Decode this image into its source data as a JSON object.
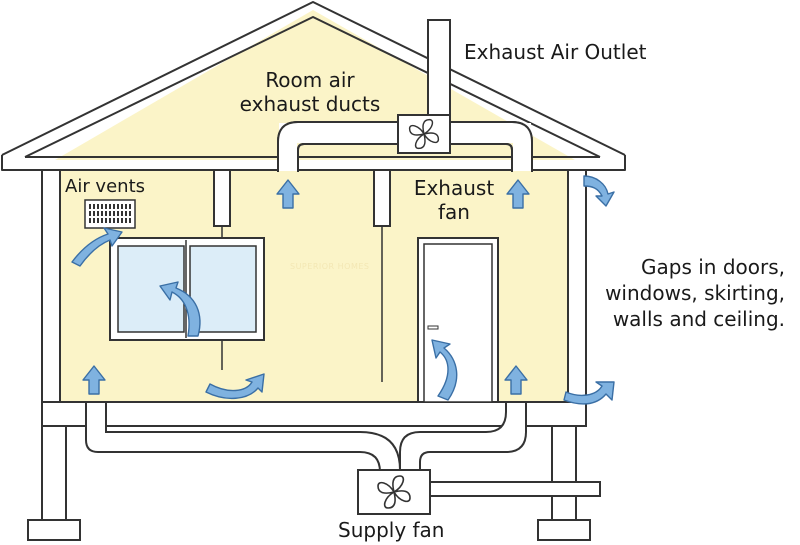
{
  "labels": {
    "exhaust_air_outlet": "Exhaust Air Outlet",
    "room_air_exhaust_ducts": "Room air\nexhaust ducts",
    "air_vents": "Air vents",
    "exhaust_fan": "Exhaust\nfan",
    "gaps": "Gaps in doors,\nwindows, skirting,\nwalls and ceiling.",
    "supply_fan": "Supply fan"
  },
  "watermark": "SUPERIOR HOMES",
  "colors": {
    "wall_fill": "#fbf4c8",
    "outline": "#333333",
    "duct_fill": "#ffffff",
    "arrow_fill": "#7fb2e0",
    "arrow_stroke": "#3a6fa5",
    "glass_fill": "#dcedf8"
  },
  "icons": [
    "fan-icon",
    "air-arrow-icon",
    "vent-grille-icon"
  ]
}
